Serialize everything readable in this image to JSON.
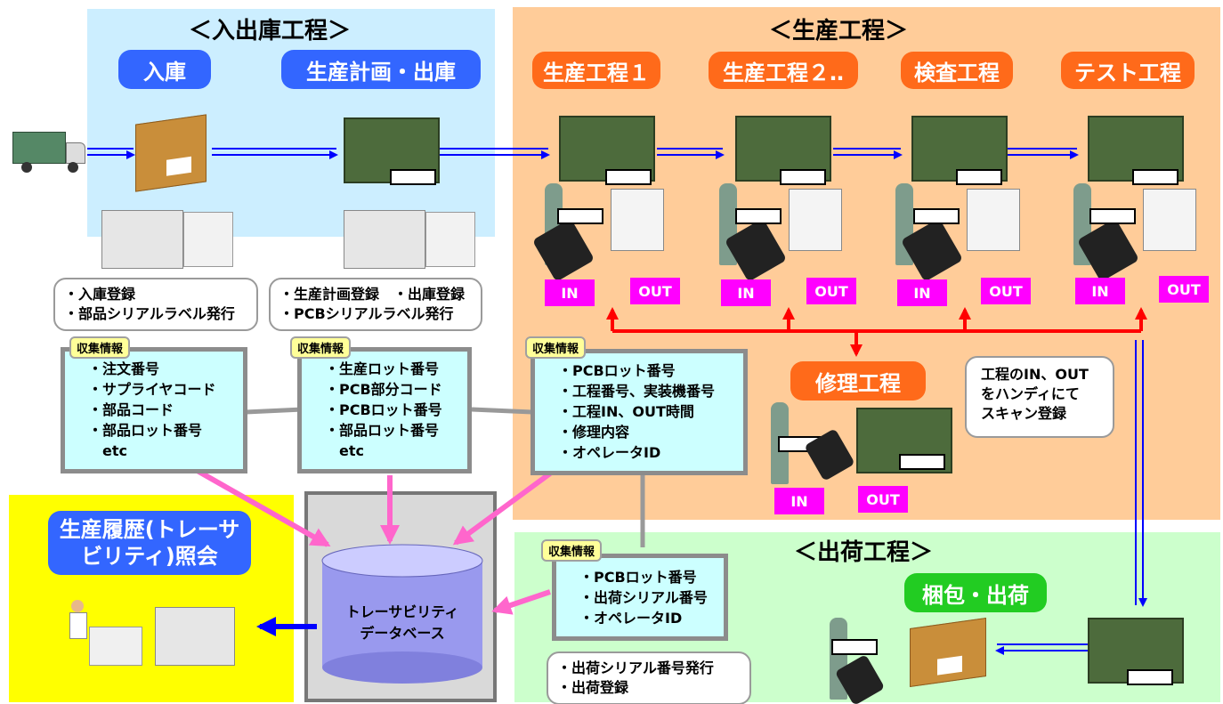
{
  "zones": {
    "warehouse_title": "＜入出庫工程＞",
    "production_title": "＜生産工程＞",
    "shipping_title": "＜出荷工程＞"
  },
  "steps": {
    "receiving": "入庫",
    "plan_issue": "生産計画・出庫",
    "prod1": "生産工程１",
    "prod2": "生産工程２‥",
    "inspection": "検査工程",
    "test": "テスト工程",
    "repair": "修理工程",
    "pack_ship": "梱包・出荷",
    "inquiry_line1": "生産履歴(トレーサ",
    "inquiry_line2": "ビリティ)照会"
  },
  "tasks": {
    "receiving": [
      "・入庫登録",
      "・部品シリアルラベル発行"
    ],
    "plan": [
      "・生産計画登録　・出庫登録",
      "・PCBシリアルラベル発行"
    ],
    "shipping": [
      "・出荷シリアル番号発行",
      "・出荷登録"
    ],
    "handy_note": [
      "工程のIN、OUT",
      "をハンディにて",
      "スキャン登録"
    ]
  },
  "collect_label": "収集情報",
  "info_boxes": {
    "receiving": [
      "・注文番号",
      "・サプライヤコード",
      "・部品コード",
      "・部品ロット番号",
      "　etc"
    ],
    "plan": [
      "・生産ロット番号",
      "・PCB部分コード",
      "・PCBロット番号",
      "・部品ロット番号",
      "　etc"
    ],
    "production": [
      "・PCBロット番号",
      "・工程番号、実装機番号",
      "・工程IN、OUT時間",
      "・修理内容",
      "・オペレータID"
    ],
    "shipping": [
      "・PCBロット番号",
      "・出荷シリアル番号",
      "・オペレータID"
    ]
  },
  "database": [
    "トレーサビリティ",
    "データベース"
  ],
  "io": {
    "in": "IN",
    "out": "OUT"
  },
  "colors": {
    "warehouse_zone": "#cceeff",
    "production_zone": "#ffcc99",
    "shipping_zone": "#ccffcc",
    "inquiry_zone": "#ffff00",
    "flow_arrow": "#0000ff",
    "red_arrow": "#ff0000",
    "pink_arrow": "#ff66cc"
  }
}
